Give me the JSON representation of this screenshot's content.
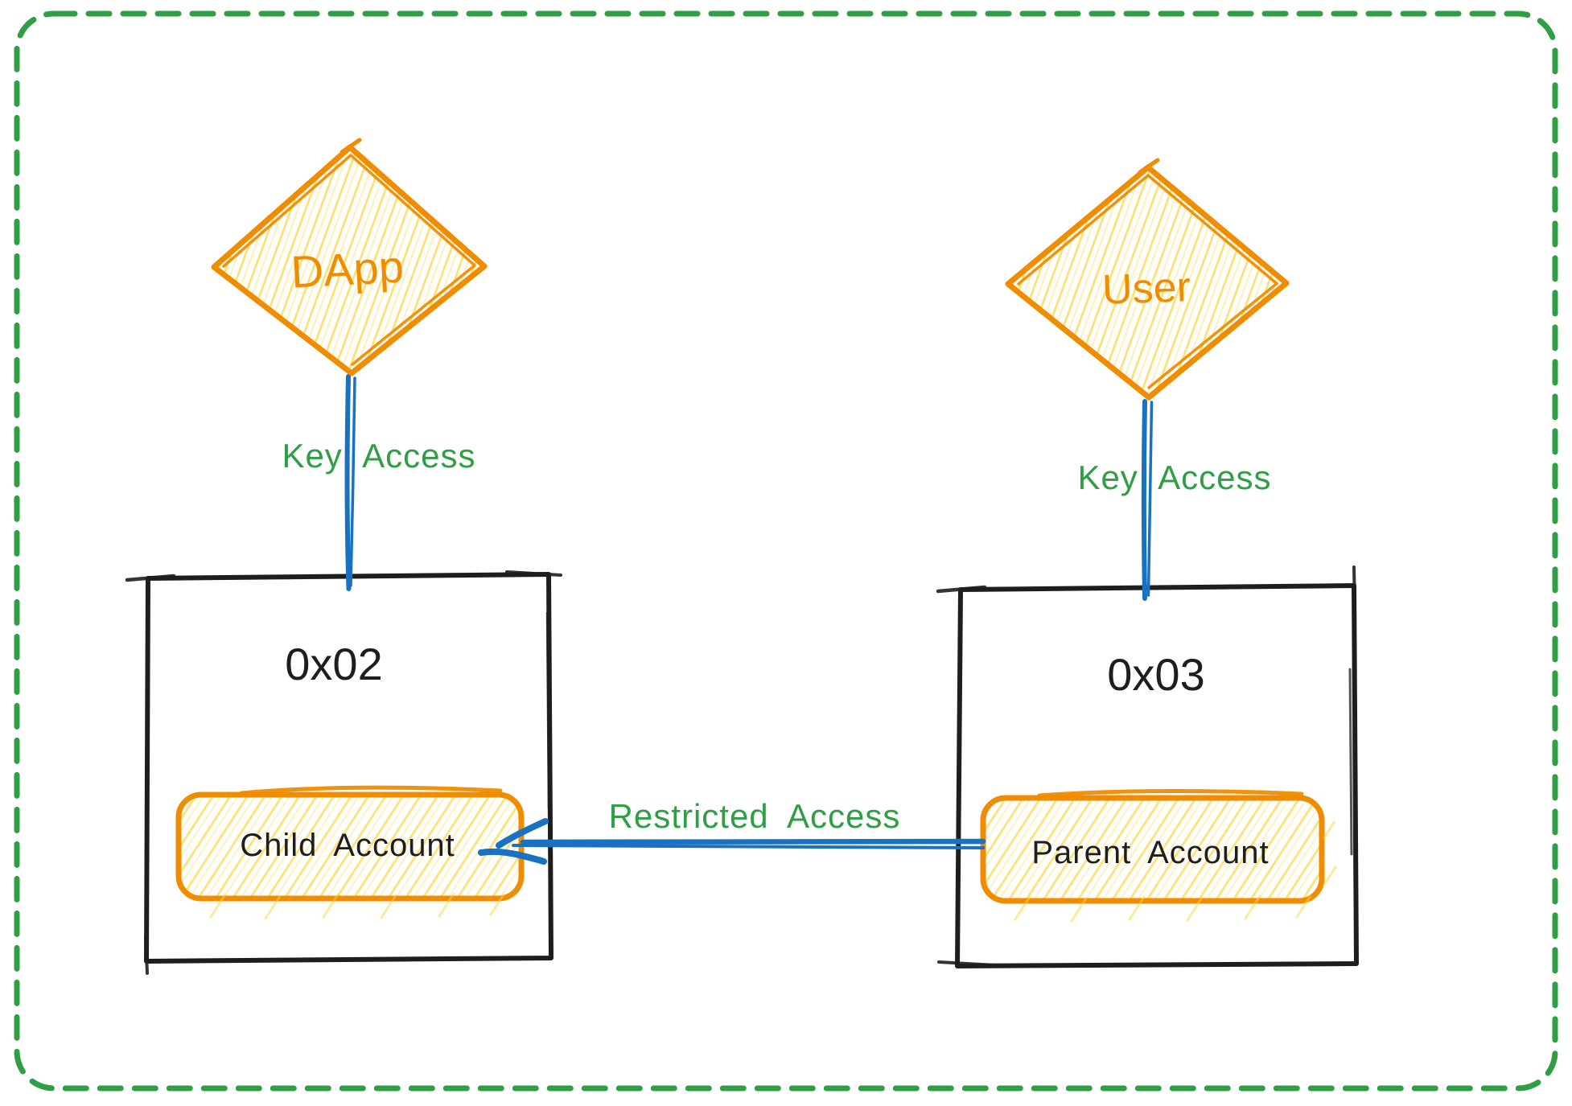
{
  "colors": {
    "canvas_border_green": "#2f9e44",
    "label_green": "#2f9e44",
    "shape_orange": "#f08c00",
    "hatch_yellow": "#ffd43b",
    "connector_blue": "#1971c2",
    "ink_black": "#1e1e1e",
    "background_white": "#ffffff"
  },
  "nodes": {
    "dapp": {
      "label": "DApp",
      "shape": "diamond"
    },
    "user": {
      "label": "User",
      "shape": "diamond"
    },
    "account_0x02": {
      "label": "0x02",
      "inner_label": "Child Account"
    },
    "account_0x03": {
      "label": "0x03",
      "inner_label": "Parent Account"
    }
  },
  "edges": {
    "dapp_key_access": {
      "label": "Key Access"
    },
    "user_key_access": {
      "label": "Key Access"
    },
    "restricted_access": {
      "label": "Restricted Access"
    }
  }
}
